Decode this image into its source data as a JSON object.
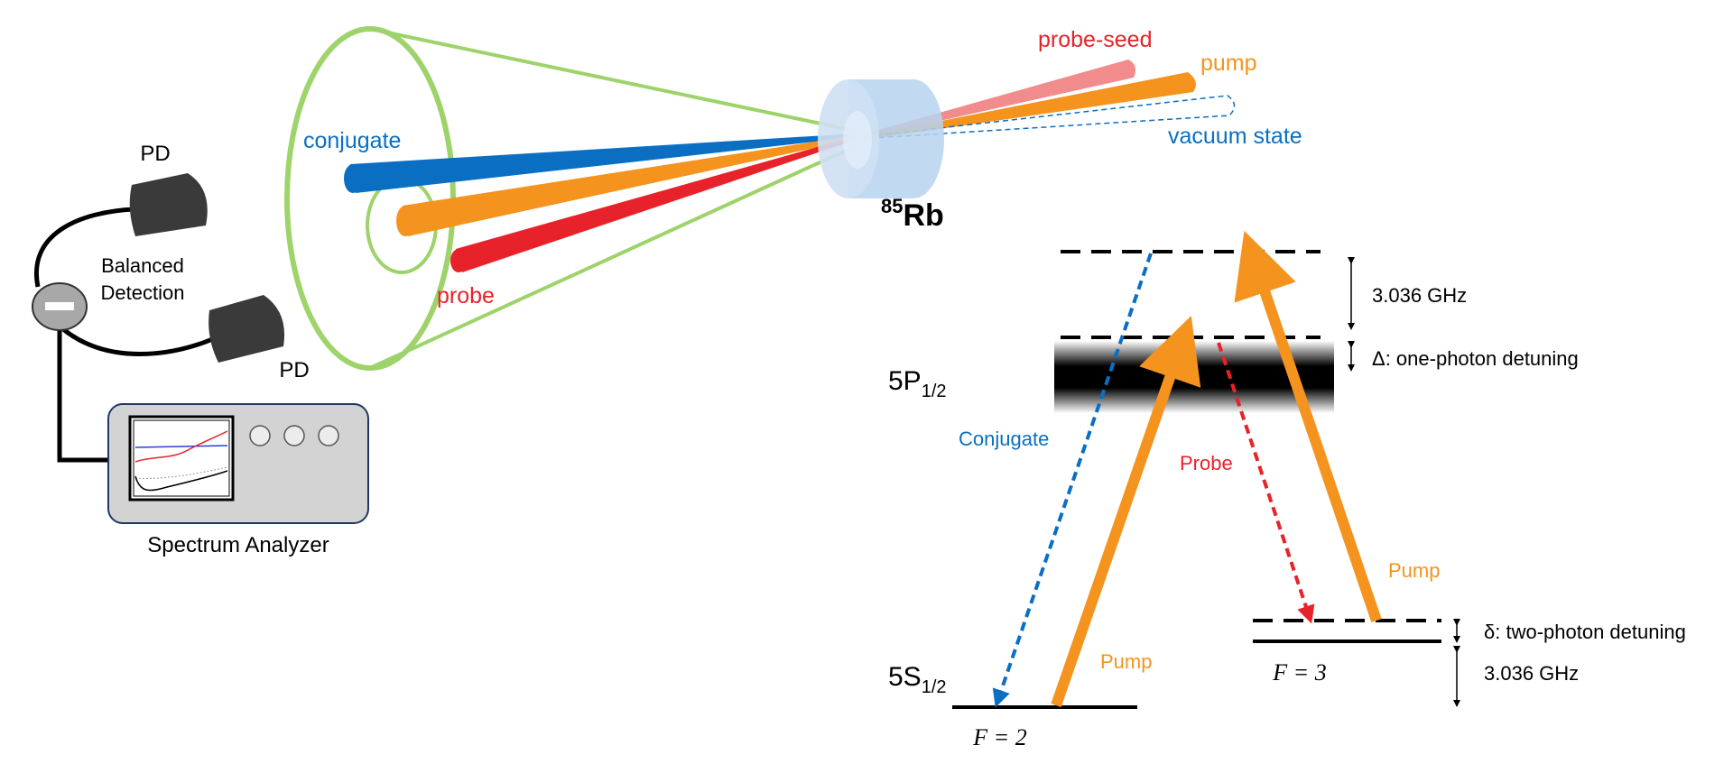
{
  "colors": {
    "conjugate": "#0a6fc2",
    "pump": "#f5931f",
    "probe": "#e8222a",
    "probe_seed": "#f28b8b",
    "cone": "#93cf5a",
    "cell": "#b7d3ee",
    "detector": "#3a3a3a"
  },
  "setup": {
    "detector_top_label": "PD",
    "detector_bottom_label": "PD",
    "balanced_detection_line1": "Balanced",
    "balanced_detection_line2": "Detection",
    "spectrum_analyzer_label": "Spectrum Analyzer",
    "minus_symbol_icon": "minus-icon"
  },
  "beams": {
    "conjugate_label": "conjugate",
    "probe_label": "probe",
    "probe_seed_label": "probe-seed",
    "pump_label": "pump",
    "vacuum_state_label": "vacuum state",
    "cell_mass_number": "85",
    "cell_element": "Rb"
  },
  "levels": {
    "excited_level_main": "5P",
    "excited_level_sub": "1/2",
    "ground_level_main": "5S",
    "ground_level_sub": "1/2",
    "f2_label": "F = 2",
    "f3_label": "F = 3",
    "upper_splitting_label": "3.036 GHz",
    "one_photon_detuning_label": "Δ: one-photon detuning",
    "two_photon_detuning_label": "δ: two-photon detuning",
    "ground_splitting_label": "3.036 GHz",
    "conjugate_transition_label": "Conjugate",
    "probe_transition_label": "Probe",
    "pump_left_label": "Pump",
    "pump_right_label": "Pump"
  }
}
